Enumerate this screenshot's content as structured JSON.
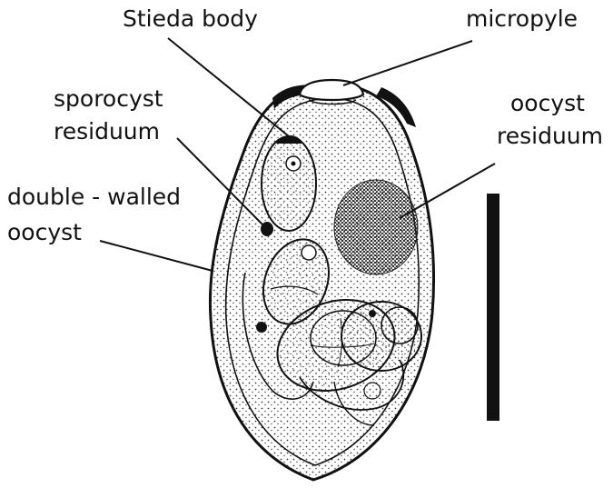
{
  "labels": {
    "stieda_body": "Stieda body",
    "micropyle": "micropyle",
    "sporocyst_residuum_line1": "sporocyst",
    "sporocyst_residuum_line2": "residuum",
    "oocyst_residuum_line1": "oocyst",
    "oocyst_residuum_line2": "residuum",
    "double_walled_line1": "double - walled",
    "double_walled_line2": "oocyst"
  },
  "colors": {
    "ink": "#111111",
    "stipple": "#3a3a3a",
    "background": "#ffffff"
  }
}
